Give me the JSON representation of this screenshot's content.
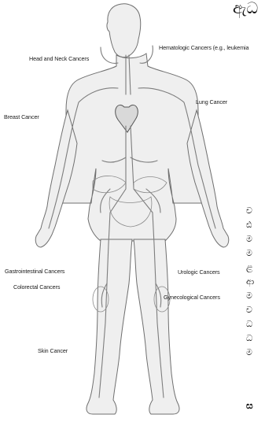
{
  "header_fragment": "",
  "labels": {
    "head_neck": "Head and Neck Cancers",
    "hematologic": "Hematologic Cancers (e.g., leukemia",
    "lung": "Lung Cancer",
    "breast": "Breast Cancer",
    "gastrointestinal": "Gastrointestinal Cancers",
    "colorectal": "Colorectal Cancers",
    "urologic": "Urologic Cancers",
    "gynecological": "Gynecological Cancers",
    "skin": "Skin Cancer"
  },
  "side_text": {
    "top_glyph": "ඇධ",
    "lines": [
      "ච",
      "ඪ",
      "ම",
      "ම",
      "ළ",
      "ආ",
      "ම",
      "ච",
      "ධ",
      "ධ",
      "ම"
    ],
    "bottom_glyph": "ස"
  },
  "colors": {
    "ink": "#1a1a1a",
    "outline": "#6f6f6f",
    "vessel": "#7d7d7d",
    "skin": "#efefef"
  }
}
